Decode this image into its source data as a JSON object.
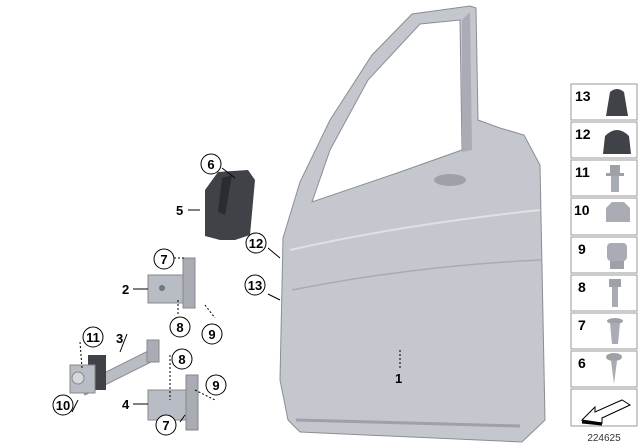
{
  "diagram": {
    "callouts": {
      "door": "1",
      "hinge_upper": "2",
      "door_check": "3",
      "hinge_lower": "4",
      "pad": "5",
      "pad_cap": "6",
      "screw_upper": "7",
      "screw_lower": "7",
      "bolt_upper": "8",
      "bolt_lower": "8",
      "plug_upper": "9",
      "plug_lower": "9",
      "nut": "10",
      "check_bolt": "11",
      "buffer_upper": "12",
      "buffer_lower": "13"
    },
    "legend": [
      {
        "num": "13",
        "icon": "rubber-buffer-tall"
      },
      {
        "num": "12",
        "icon": "rubber-buffer-flat"
      },
      {
        "num": "11",
        "icon": "collar-bolt"
      },
      {
        "num": "10",
        "icon": "flange-nut"
      },
      {
        "num": "9",
        "icon": "hex-plug"
      },
      {
        "num": "8",
        "icon": "hex-bolt"
      },
      {
        "num": "7",
        "icon": "countersunk-screw"
      },
      {
        "num": "6",
        "icon": "tapping-screw"
      }
    ],
    "reference_number": "224625",
    "colors": {
      "part_gray": "#b8bcc4",
      "dark_part": "#3f4247",
      "line": "#000000"
    }
  }
}
